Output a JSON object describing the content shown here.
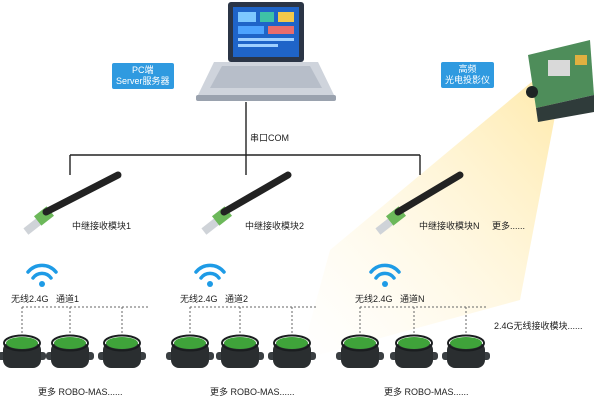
{
  "pc_badge": {
    "line1": "PC端",
    "line2": "Server服务器"
  },
  "projector_badge": {
    "line1": "高频",
    "line2": "光电投影仪"
  },
  "com_label": "串口COM",
  "relays": [
    {
      "label": "中继接收模块1",
      "wifi_label": "无线2.4G",
      "channel_label": "通道1",
      "more_label": "更多 ROBO-MAS......"
    },
    {
      "label": "中继接收模块2",
      "wifi_label": "无线2.4G",
      "channel_label": "通道2",
      "more_label": "更多 ROBO-MAS......"
    },
    {
      "label": "中继接收模块N",
      "wifi_label": "无线2.4G",
      "channel_label": "通道N",
      "more_label": "更多 ROBO-MAS......"
    }
  ],
  "more_relays_label": "更多......",
  "more_receivers_label": "2.4G无线接收模块......",
  "colors": {
    "badge": "#2f9ae0",
    "wifi": "#1e9be6",
    "device_top": "#3fa33a",
    "beam": "#fff1c2"
  }
}
